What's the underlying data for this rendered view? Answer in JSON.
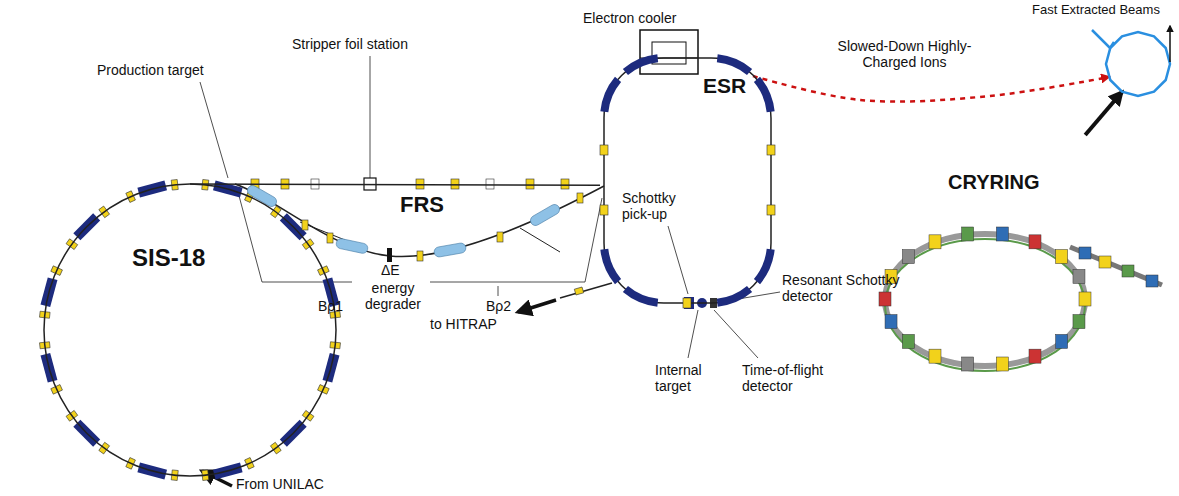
{
  "diagram": {
    "nodes": [
      {
        "text": [
          "SIS-18"
        ]
      },
      {
        "text": [
          "ESR"
        ]
      },
      {
        "text": [
          "CRYRING"
        ]
      },
      {
        "text": [
          "Fast Extracted Beams"
        ]
      }
    ],
    "edges": [
      {
        "from": 0,
        "to": 1,
        "arrow": "none"
      },
      {
        "from": 1,
        "to": 3,
        "label": "Slowed-Down Highly-Charged Ions",
        "arrow": "to"
      },
      {
        "from": 2,
        "to": 3,
        "arrow": "to"
      }
    ],
    "labels": [
      "Production target",
      "Stripper foil station",
      "Electron cooler",
      "FRS",
      "Bρ1",
      "ΔE",
      "energy degrader",
      "Bρ2",
      "Schottky pick-up",
      "Resonant Schottky detector",
      "Internal target",
      "Time-of-flight detector",
      "to HITRAP",
      "From UNILAC"
    ]
  }
}
